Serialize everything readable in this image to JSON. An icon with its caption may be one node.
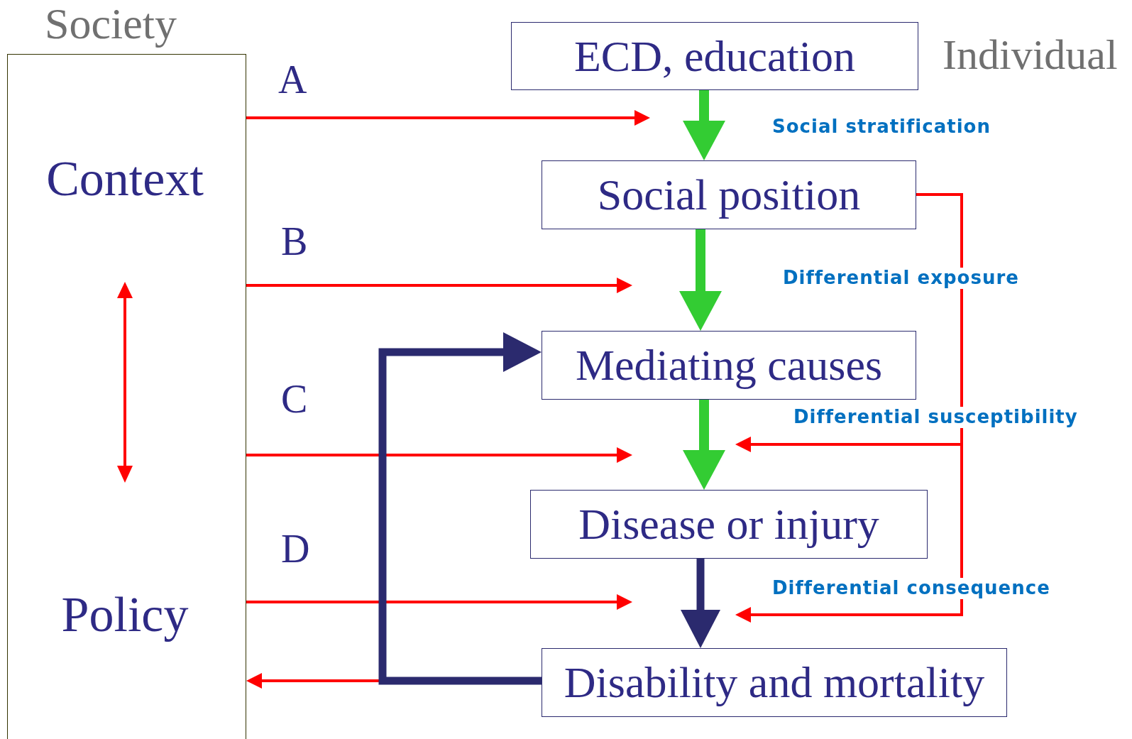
{
  "diagram": {
    "nodes": [
      {
        "text": [
          "Society",
          "Context",
          "Policy"
        ]
      },
      {
        "text": [
          "ECD, education"
        ]
      },
      {
        "text": [
          "Social position"
        ]
      },
      {
        "text": [
          "Mediating causes"
        ]
      },
      {
        "text": [
          "Disease or injury"
        ]
      },
      {
        "text": [
          "Disability and mortality"
        ]
      }
    ],
    "edges": [
      {
        "from": 1,
        "to": 2,
        "arrow": "to",
        "style": "thick",
        "color": "#33cc33"
      },
      {
        "from": 2,
        "to": 3,
        "arrow": "to",
        "style": "thick",
        "color": "#33cc33"
      },
      {
        "from": 3,
        "to": 4,
        "arrow": "to",
        "style": "thick",
        "color": "#33cc33"
      },
      {
        "from": 4,
        "to": 5,
        "arrow": "to",
        "style": "thick",
        "color": "#2b2a6e"
      },
      {
        "from": 0,
        "to": null,
        "arrow": "to",
        "label": "A"
      },
      {
        "from": 0,
        "to": null,
        "arrow": "to",
        "label": "B"
      },
      {
        "from": 0,
        "to": null,
        "arrow": "to",
        "label": "C"
      },
      {
        "from": 0,
        "to": null,
        "arrow": "to",
        "label": "D"
      },
      {
        "from": 2,
        "to": null,
        "arrow": "to"
      },
      {
        "from": 2,
        "to": null,
        "arrow": "to"
      },
      {
        "from": 5,
        "to": 3,
        "arrow": "to",
        "style": "thick",
        "color": "#2b2a6e"
      },
      {
        "from": 5,
        "to": 0,
        "arrow": "to"
      }
    ],
    "labels": [
      "Individual",
      "Social stratification",
      "Differential exposure",
      "Differential susceptibility",
      "Differential consequence"
    ]
  }
}
